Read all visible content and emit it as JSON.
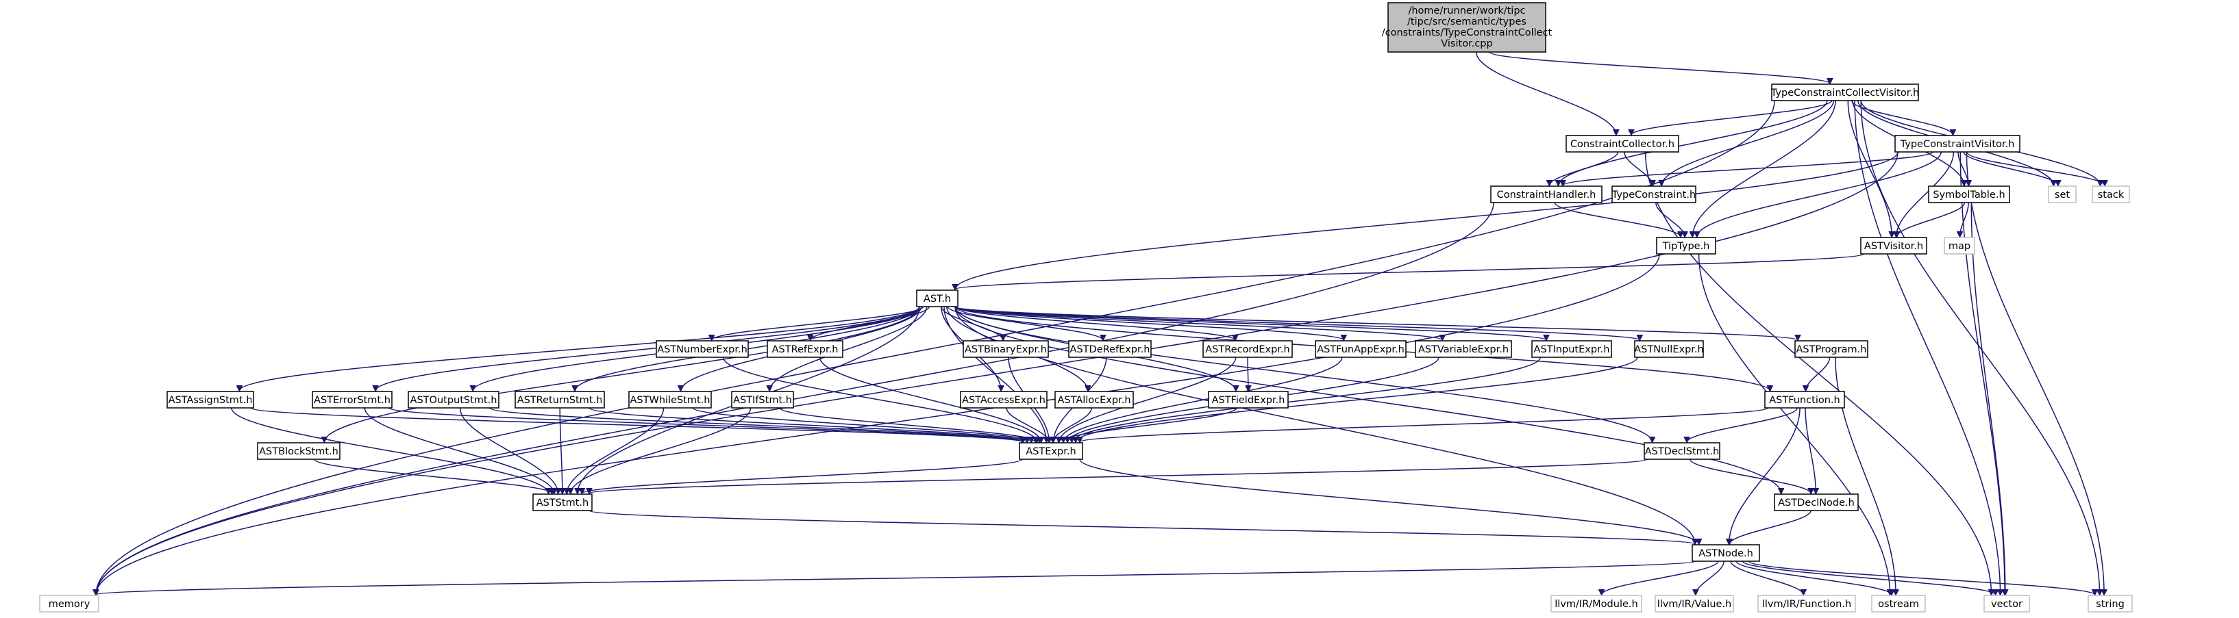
{
  "graph": {
    "root_lines": [
      "/home/runner/work/tipc",
      "/tipc/src/semantic/types",
      "/constraints/TypeConstraintCollect",
      "Visitor.cpp"
    ],
    "nodes": {
      "tcvh": "TypeConstraintCollectVisitor.h",
      "cch": "ConstraintCollector.h",
      "tcvisitor": "TypeConstraintVisitor.h",
      "chh": "ConstraintHandler.h",
      "tch": "TypeConstraint.h",
      "symh": "SymbolTable.h",
      "set": "set",
      "stack": "stack",
      "tiptype": "TipType.h",
      "astvisitor": "ASTVisitor.h",
      "map": "map",
      "ast": "AST.h",
      "numexpr": "ASTNumberExpr.h",
      "refexpr": "ASTRefExpr.h",
      "binexpr": "ASTBinaryExpr.h",
      "derefexpr": "ASTDeRefExpr.h",
      "recexpr": "ASTRecordExpr.h",
      "funapp": "ASTFunAppExpr.h",
      "varexpr": "ASTVariableExpr.h",
      "inputexpr": "ASTInputExpr.h",
      "nullexpr": "ASTNullExpr.h",
      "program": "ASTProgram.h",
      "assign": "ASTAssignStmt.h",
      "errorstmt": "ASTErrorStmt.h",
      "outputstmt": "ASTOutputStmt.h",
      "returnstmt": "ASTReturnStmt.h",
      "whilestmt": "ASTWhileStmt.h",
      "ifstmt": "ASTIfStmt.h",
      "access": "ASTAccessExpr.h",
      "alloc": "ASTAllocExpr.h",
      "field": "ASTFieldExpr.h",
      "function": "ASTFunction.h",
      "block": "ASTBlockStmt.h",
      "expr": "ASTExpr.h",
      "declstmt": "ASTDeclStmt.h",
      "stmt": "ASTStmt.h",
      "declnode": "ASTDeclNode.h",
      "node": "ASTNode.h",
      "memory": "memory",
      "module": "llvm/IR/Module.h",
      "value": "llvm/IR/Value.h",
      "irfunction": "llvm/IR/Function.h",
      "ostream": "ostream",
      "vector": "vector",
      "string": "string"
    }
  }
}
